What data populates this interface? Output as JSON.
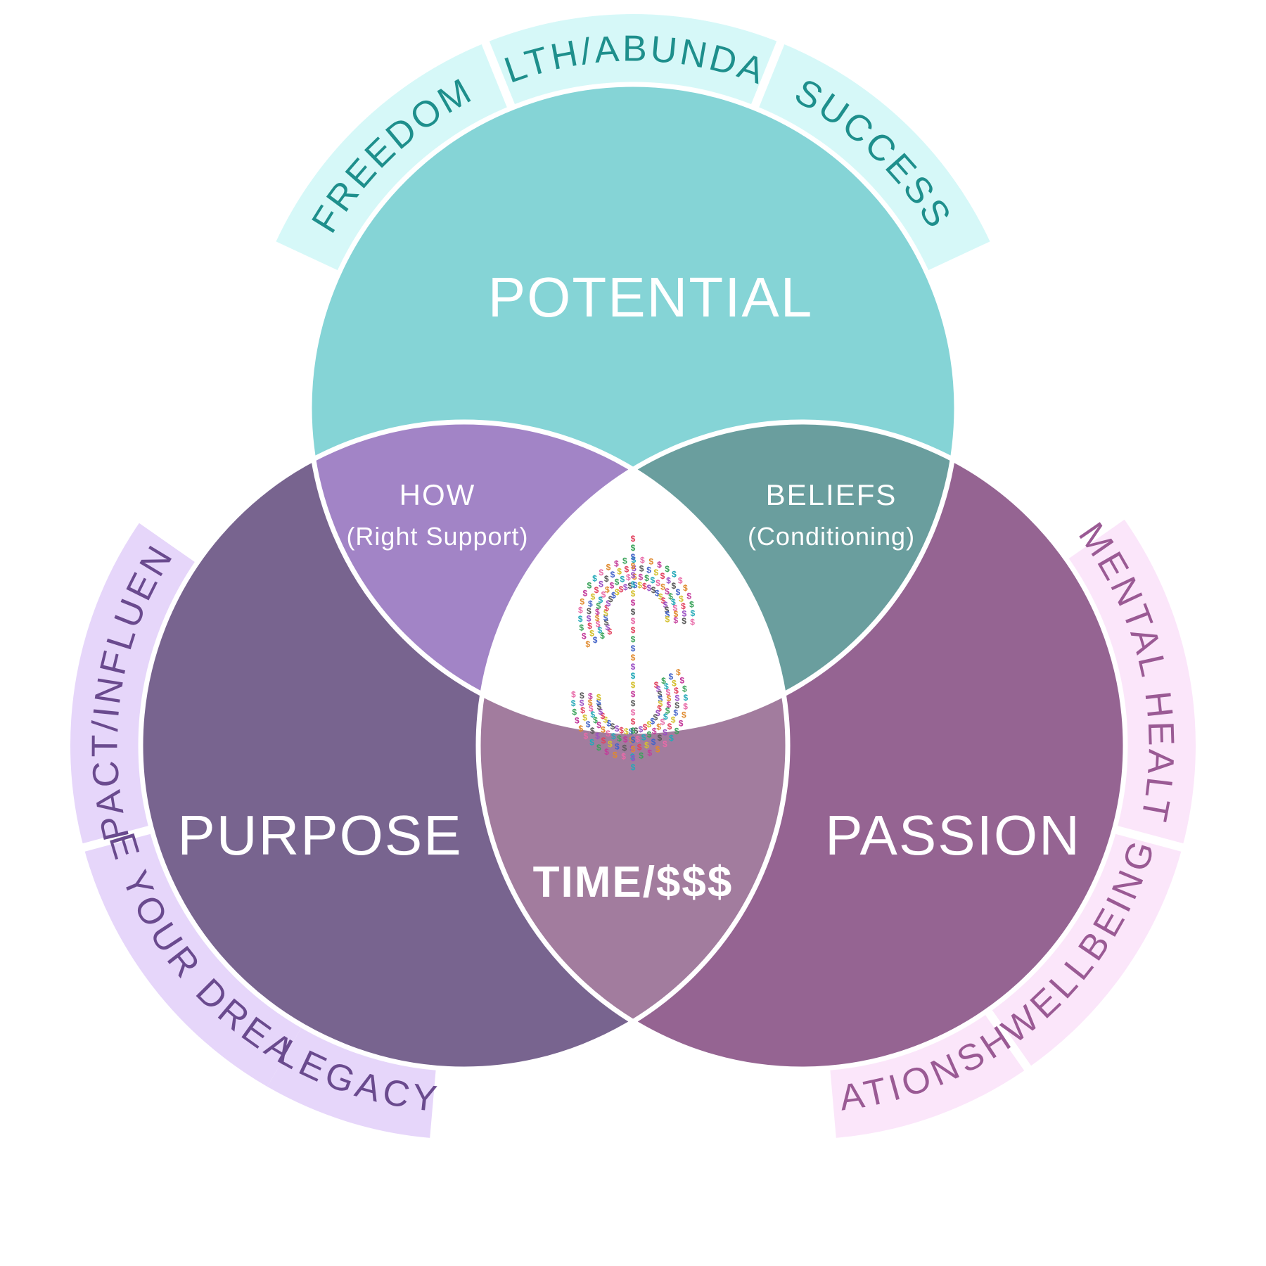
{
  "outer_ring": {
    "top": [
      {
        "label": "FREEDOM"
      },
      {
        "label": "WEALTH/ABUNDANCE"
      },
      {
        "label": "SUCCESS"
      }
    ],
    "left": [
      {
        "label": "IMPACT/INFLUENCE"
      },
      {
        "label": "LIVE YOUR DREAMS"
      },
      {
        "label": "LEGACY"
      }
    ],
    "right": [
      {
        "label": "MENTAL HEALTH"
      },
      {
        "label": "WELLBEING"
      },
      {
        "label": "RELATIONSHIPS"
      }
    ]
  },
  "circles": {
    "top": {
      "label": "POTENTIAL"
    },
    "left": {
      "label": "PURPOSE"
    },
    "right": {
      "label": "PASSION"
    }
  },
  "intersections": {
    "top_left": {
      "title": "HOW",
      "subtitle": "(Right Support)"
    },
    "top_right": {
      "title": "BELIEFS",
      "subtitle": "(Conditioning)"
    },
    "bottom": {
      "title": "TIME/$$$"
    }
  },
  "center": {
    "icon": "dollar-sign-icon",
    "glyph": "$"
  },
  "colors": {
    "ring_top": "#d6f8f8",
    "ring_top_text": "#1e8f8c",
    "ring_left": "#e6d6fa",
    "ring_left_text": "#6a4a8e",
    "ring_right": "#fbe6fa",
    "ring_right_text": "#9a5a94",
    "circle_top": "#85d4d6",
    "circle_left": "#78648f",
    "circle_right": "#956492",
    "inter_top_left": "#a284c6",
    "inter_top_right": "#6a9e9e",
    "inter_bottom": "#a27c9e",
    "center_fill": "#ffffff",
    "dollar_palette": [
      "#e2415e",
      "#3aa35a",
      "#4464c8",
      "#e08a2e",
      "#9b4fc4",
      "#24a9b8",
      "#d4c02e",
      "#c43a9a",
      "#5a5a5a",
      "#e86aa8"
    ]
  }
}
